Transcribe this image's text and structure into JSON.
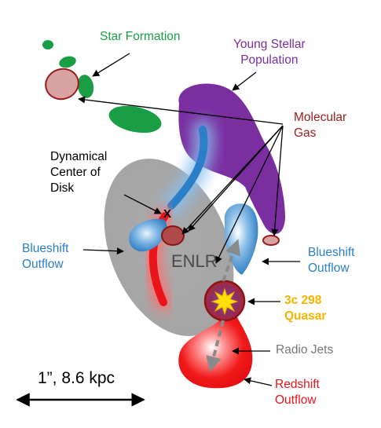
{
  "colors": {
    "star_formation": "#1a9e45",
    "young_stellar": "#7a2ea0",
    "molecular_gas": "#9b1b1b",
    "blueshift": "#2a7fc8",
    "redshift": "#e8151b",
    "quasar": "#f5b400",
    "radio_jets": "#777777",
    "enlr": "#ababab",
    "text_default": "#000000"
  },
  "labels": {
    "star_formation": [
      "Star Formation"
    ],
    "young_stellar": [
      "Young Stellar",
      "Population"
    ],
    "molecular_gas": [
      "Molecular",
      "Gas"
    ],
    "dynamical_center": [
      "Dynamical",
      "Center of",
      "Disk"
    ],
    "blueshift_left": [
      "Blueshift",
      "Outflow"
    ],
    "blueshift_right": [
      "Blueshift",
      "Outflow"
    ],
    "quasar": [
      "3c 298",
      "Quasar"
    ],
    "radio_jets": [
      "Radio Jets"
    ],
    "redshift": [
      "Redshift",
      "Outflow"
    ],
    "enlr": "ENLR",
    "center_marker": "X"
  },
  "scale_bar": {
    "text": "1”,  8.6 kpc"
  }
}
